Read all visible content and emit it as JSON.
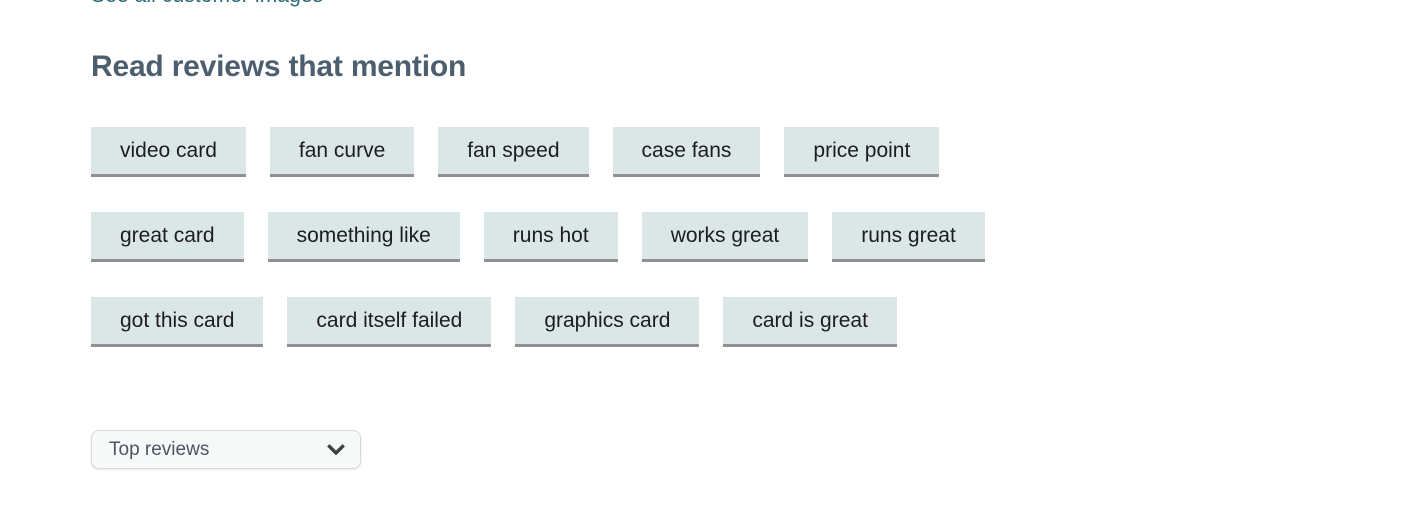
{
  "page": {
    "background_color": "#ffffff",
    "clipped_top_link": "See all customer images",
    "heading": "Read reviews that mention"
  },
  "colors": {
    "link_teal": "#2a6a75",
    "heading_slate": "#4d5e6e",
    "tag_background": "#dbe6e6",
    "tag_underline": "#918e97",
    "tag_text": "#1d1d1d",
    "dropdown_background": "#f7f8f8",
    "dropdown_border": "#d5d9d9",
    "dropdown_text": "#4b5563",
    "chevron": "#3f4245"
  },
  "review_tags": {
    "rows": [
      [
        {
          "label": "video card",
          "icon": "tag-chip"
        },
        {
          "label": "fan curve",
          "icon": "tag-chip"
        },
        {
          "label": "fan speed",
          "icon": "tag-chip"
        },
        {
          "label": "case fans",
          "icon": "tag-chip"
        },
        {
          "label": "price point",
          "icon": "tag-chip"
        }
      ],
      [
        {
          "label": "great card",
          "icon": "tag-chip"
        },
        {
          "label": "something like",
          "icon": "tag-chip"
        },
        {
          "label": "runs hot",
          "icon": "tag-chip"
        },
        {
          "label": "works great",
          "icon": "tag-chip"
        },
        {
          "label": "runs great",
          "icon": "tag-chip"
        }
      ],
      [
        {
          "label": "got this card",
          "icon": "tag-chip"
        },
        {
          "label": "card itself failed",
          "icon": "tag-chip"
        },
        {
          "label": "graphics card",
          "icon": "tag-chip"
        },
        {
          "label": "card is great",
          "icon": "tag-chip"
        }
      ]
    ]
  },
  "sort_dropdown": {
    "selected": "Top reviews",
    "icon": "chevron-down-icon",
    "options": [
      "Top reviews"
    ]
  }
}
